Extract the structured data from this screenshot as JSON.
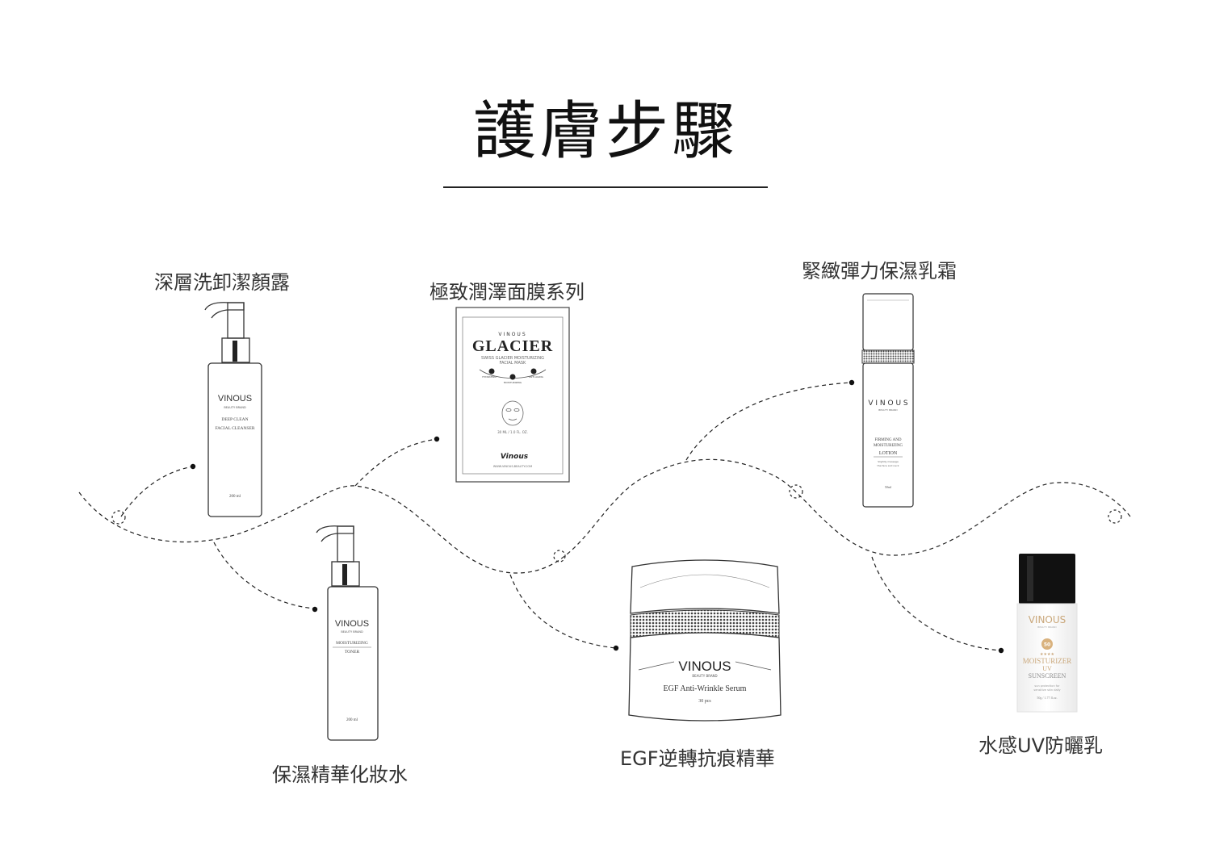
{
  "title": "護膚步驟",
  "products": [
    {
      "label": "深層洗卸潔顏露",
      "brand": "VINOUS",
      "sub": "BEAUTY BRAND",
      "line1": "DEEP CLEAN",
      "line2": "FACIAL CLEANSER",
      "volume": "200 ml"
    },
    {
      "label": "保濕精華化妝水",
      "brand": "VINOUS",
      "sub": "BEAUTY BRAND",
      "line1": "MOISTURIZING",
      "line2": "TONER",
      "volume": "200 ml"
    },
    {
      "label": "極致潤澤面膜系列",
      "brand_top": "VINOUS",
      "brand": "GLACIER",
      "line1": "SWISS GLACIER MOISTURIZING",
      "line2": "FACIAL MASK",
      "icon1": "HYDRATING",
      "icon2": "MOISTURIZING",
      "icon3": "ANTI-AGING",
      "volume": "30 ML / 1.0 FL. OZ.",
      "logo": "Vinous",
      "url": "WWW.VINOUS-BEAUTY.COM"
    },
    {
      "label": "EGF逆轉抗痕精華",
      "brand": "VINOUS",
      "sub": "BEAUTY BRAND",
      "line1": "EGF Anti-Wrinkle Serum",
      "volume": "30 pcs"
    },
    {
      "label": "緊緻彈力保濕乳霜",
      "brand": "V I N O U S",
      "sub": "BEAUTY BRAND",
      "line1": "FIRMING AND",
      "line2": "MOISTURIZING",
      "line3": "LOTION",
      "line4": "Slightly massage",
      "line5": "the face and neck",
      "volume": "50ml"
    },
    {
      "label": "水感UV防曬乳",
      "brand": "VINOUS",
      "sub": "BEAUTY BRAND",
      "spf": "50",
      "stars": "★★★★",
      "line1": "MOISTURIZER",
      "line2": "UV",
      "line3": "SUNSCREEN",
      "line4": "sun protection for",
      "line5": "sensitive skin daily",
      "volume": "50g / 1.77 fl.oz."
    }
  ]
}
